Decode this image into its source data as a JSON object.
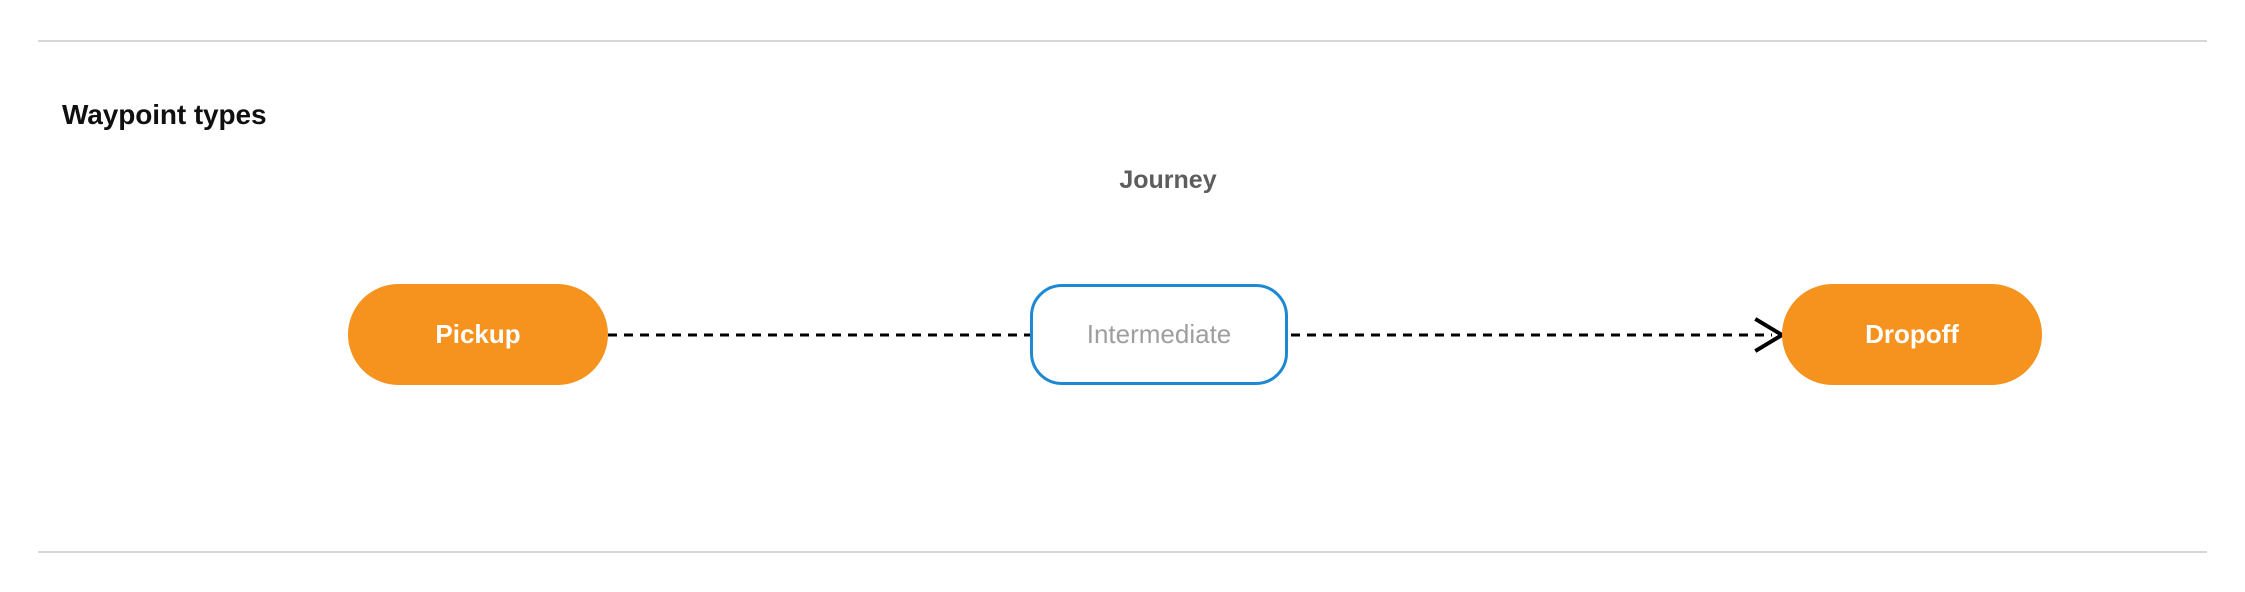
{
  "section": {
    "title": "Waypoint types"
  },
  "diagram": {
    "group_label": "Journey",
    "nodes": [
      {
        "id": "pickup",
        "label": "Pickup",
        "style": "filled",
        "fill": "#f6921e",
        "text_color": "#ffffff"
      },
      {
        "id": "intermediate",
        "label": "Intermediate",
        "style": "outlined",
        "fill": "#ffffff",
        "border_color": "#1e88d3",
        "text_color": "#9e9e9e"
      },
      {
        "id": "dropoff",
        "label": "Dropoff",
        "style": "filled",
        "fill": "#f6921e",
        "text_color": "#ffffff"
      }
    ],
    "edges": [
      {
        "from": "pickup",
        "to": "intermediate",
        "style": "dashed",
        "arrow": false,
        "color": "#000000"
      },
      {
        "from": "intermediate",
        "to": "dropoff",
        "style": "dashed",
        "arrow": true,
        "color": "#000000"
      }
    ]
  },
  "colors": {
    "accent_orange": "#f6921e",
    "accent_blue": "#1e88d3",
    "muted_text": "#9e9e9e",
    "label_text": "#5d5d5d",
    "rule": "#d7d7d7"
  }
}
